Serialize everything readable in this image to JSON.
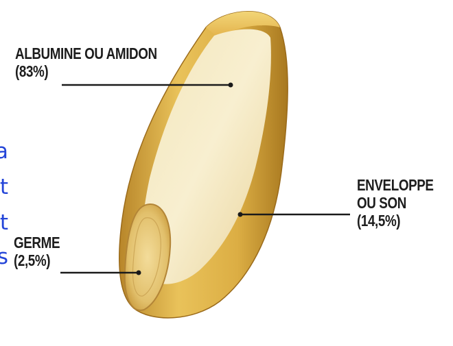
{
  "labels": {
    "albumine": {
      "name": "ALBUMINE OU AMIDON",
      "percent": "(83%)"
    },
    "enveloppe": {
      "name_line1": "ENVELOPPE",
      "name_line2": "OU SON",
      "percent": "(14,5%)"
    },
    "germe": {
      "name": "GERME",
      "percent": "(2,5%)"
    }
  },
  "edge_text": [
    "a",
    "t",
    "t",
    "s"
  ],
  "colors": {
    "label_text": "#1d1d1d",
    "leader_line": "#1a1a1a",
    "edge_text": "#2445d8",
    "kernel_shell": "#d9a93a",
    "kernel_body": "#f1e3b3",
    "germ": "#e6c878"
  }
}
